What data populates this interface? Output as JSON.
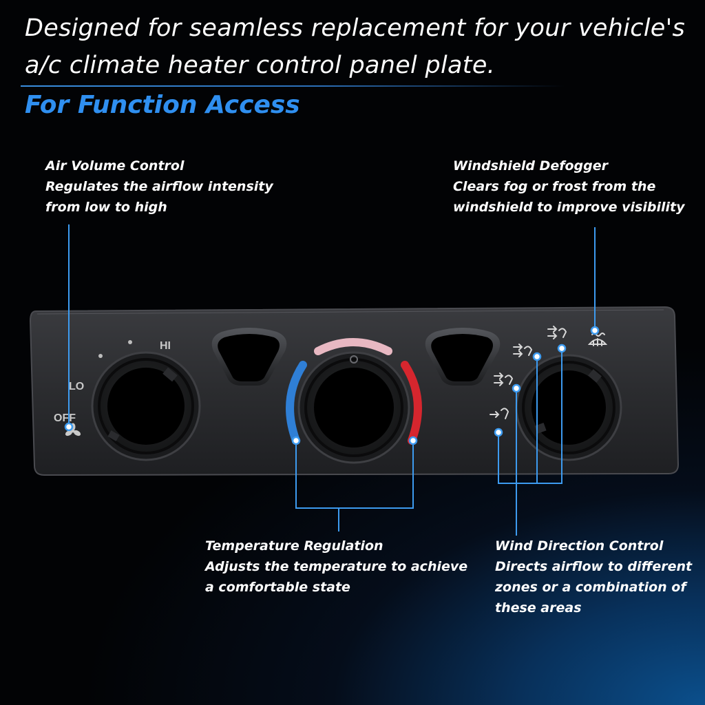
{
  "headline": {
    "line1": "Designed for seamless replacement for your vehicle's",
    "line2": "a/c climate heater control panel plate."
  },
  "section_title": "For Function Access",
  "callouts": {
    "air_volume": {
      "title": "Air Volume Control",
      "line1": "Regulates the airflow intensity",
      "line2": "from low to high"
    },
    "defogger": {
      "title": "Windshield Defogger",
      "line1": "Clears fog or frost from the",
      "line2": "windshield to improve visibility"
    },
    "temperature": {
      "title": "Temperature Regulation",
      "line1": "Adjusts the temperature to achieve",
      "line2": "a comfortable state"
    },
    "wind_direction": {
      "title": "Wind Direction Control",
      "line1": "Directs airflow to different",
      "line2": "zones or a combination of",
      "line3": "these areas"
    }
  },
  "panel": {
    "fan_labels": {
      "hi": "HI",
      "lo": "LO",
      "off": "OFF"
    },
    "icons": [
      "fan-icon",
      "defrost-icon",
      "vent-face-icon",
      "vent-bi-level-icon",
      "vent-floor-icon",
      "vent-floor-defrost-icon"
    ]
  },
  "colors": {
    "accent_blue": "#2f8ff0",
    "leader_line": "#3d9bf0",
    "temp_cold": "#2f7fd6",
    "temp_hot": "#d6262e",
    "temp_neutral": "#e8b8c2",
    "panel_face": "#2b2c2f"
  }
}
